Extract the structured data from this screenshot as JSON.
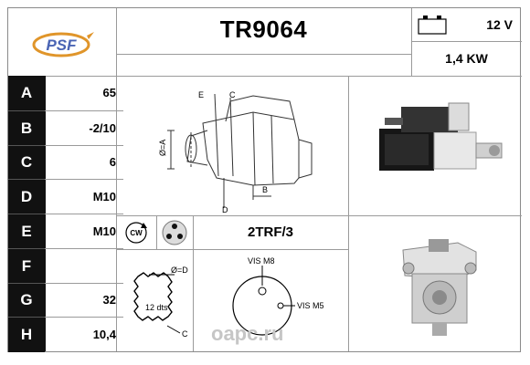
{
  "header": {
    "logo_text": "PSF",
    "part_number": "TR9064",
    "voltage": "12 V",
    "power": "1,4 KW"
  },
  "rows": [
    {
      "label": "A",
      "value": "65"
    },
    {
      "label": "B",
      "value": "-2/10"
    },
    {
      "label": "C",
      "value": "6"
    },
    {
      "label": "D",
      "value": "M10"
    },
    {
      "label": "E",
      "value": "M10"
    },
    {
      "label": "F",
      "value": ""
    },
    {
      "label": "G",
      "value": "32"
    },
    {
      "label": "H",
      "value": "10,4"
    }
  ],
  "diagram_labels": {
    "e": "E",
    "c": "C",
    "a": "Ø=A",
    "b": "B",
    "d": "D"
  },
  "rotation": {
    "cw": "CW"
  },
  "terminal_code": "2TRF/3",
  "pinion": {
    "od": "Ø=D",
    "teeth": "12 dts",
    "c": "C"
  },
  "terminals": {
    "m8": "VIS M8",
    "m5": "VIS M5"
  },
  "watermark": "oapc.ru",
  "colors": {
    "logo_blue": "#4a64b4",
    "logo_orange": "#e0952a",
    "watermark": "#c6c6c6"
  }
}
